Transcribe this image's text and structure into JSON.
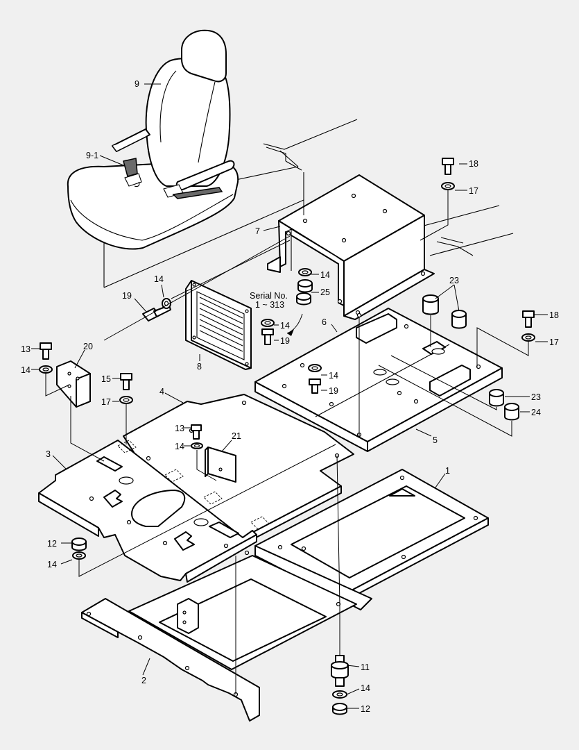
{
  "callouts": {
    "c1": "1",
    "c2": "2",
    "c3": "3",
    "c4": "4",
    "c5": "5",
    "c6": "6",
    "c7": "7",
    "c8": "8",
    "c9": "9",
    "c9_1": "9-1",
    "c11": "11",
    "c12a": "12",
    "c12b": "12",
    "c13a": "13",
    "c13b": "13",
    "c14a": "14",
    "c14b": "14",
    "c14c": "14",
    "c14d": "14",
    "c14e": "14",
    "c14f": "14",
    "c14g": "14",
    "c14h": "14",
    "c15": "15",
    "c17a": "17",
    "c17b": "17",
    "c17c": "17",
    "c18a": "18",
    "c18b": "18",
    "c19a": "19",
    "c19b": "19",
    "c19c": "19",
    "c20": "20",
    "c21": "21",
    "c23a": "23",
    "c23b": "23",
    "c24": "24",
    "c25": "25"
  },
  "serial_note": {
    "line1": "Serial No.",
    "line2": "1 ~ 313"
  },
  "colors": {
    "background": "#f0f0f0",
    "line": "#000000",
    "part_fill": "#ffffff",
    "belt_fill": "#6a6a6a"
  }
}
